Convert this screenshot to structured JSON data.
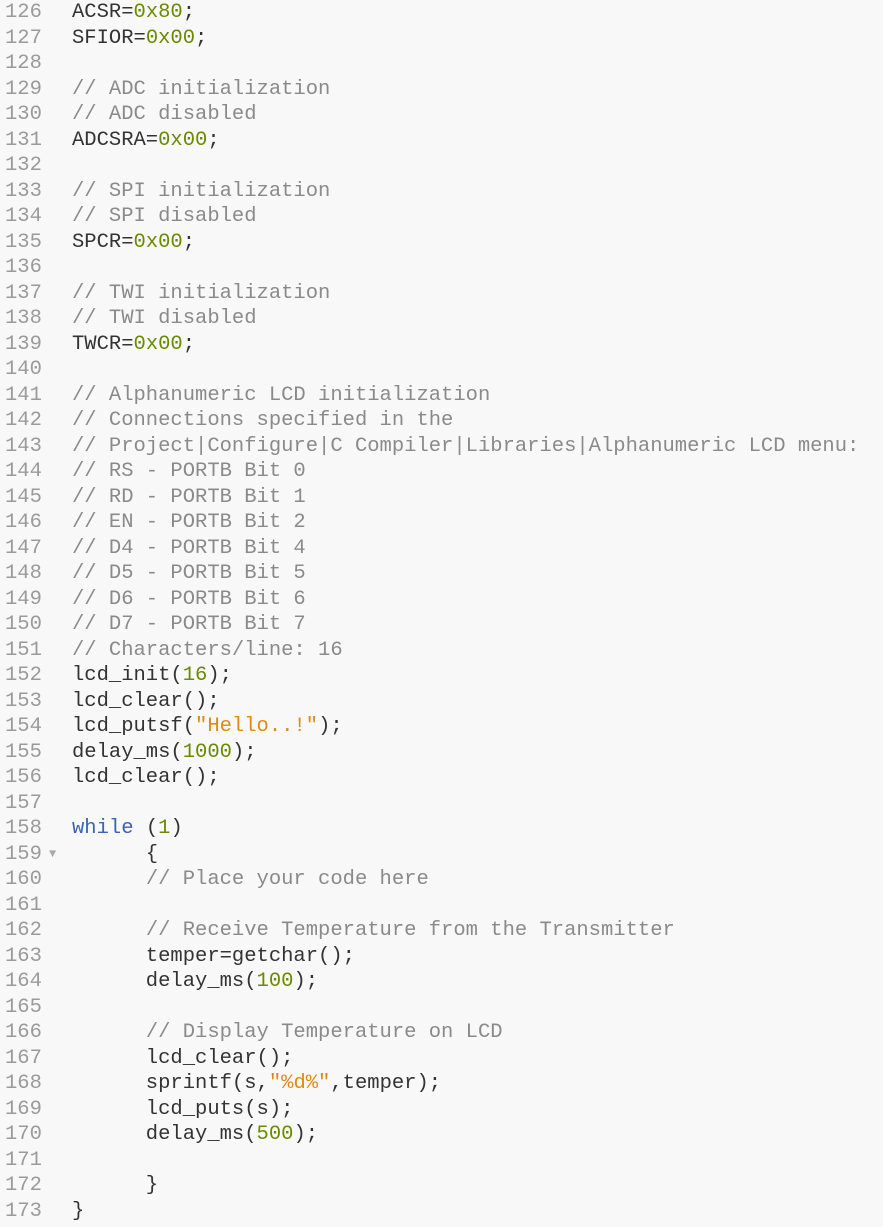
{
  "editor": {
    "colors": {
      "number": "#6a8a00",
      "string": "#e08a14",
      "keyword": "#3a64b4",
      "comment": "#8a8a8a",
      "text": "#333333",
      "background": "#f8f8f8"
    },
    "lines": [
      {
        "n": "126",
        "tokens": [
          [
            "txt",
            "ACSR="
          ],
          [
            "num",
            "0x80"
          ],
          [
            "txt",
            ";"
          ]
        ]
      },
      {
        "n": "127",
        "tokens": [
          [
            "txt",
            "SFIOR="
          ],
          [
            "num",
            "0x00"
          ],
          [
            "txt",
            ";"
          ]
        ]
      },
      {
        "n": "128",
        "tokens": []
      },
      {
        "n": "129",
        "tokens": [
          [
            "com",
            "// ADC initialization"
          ]
        ]
      },
      {
        "n": "130",
        "tokens": [
          [
            "com",
            "// ADC disabled"
          ]
        ]
      },
      {
        "n": "131",
        "tokens": [
          [
            "txt",
            "ADCSRA="
          ],
          [
            "num",
            "0x00"
          ],
          [
            "txt",
            ";"
          ]
        ]
      },
      {
        "n": "132",
        "tokens": []
      },
      {
        "n": "133",
        "tokens": [
          [
            "com",
            "// SPI initialization"
          ]
        ]
      },
      {
        "n": "134",
        "tokens": [
          [
            "com",
            "// SPI disabled"
          ]
        ]
      },
      {
        "n": "135",
        "tokens": [
          [
            "txt",
            "SPCR="
          ],
          [
            "num",
            "0x00"
          ],
          [
            "txt",
            ";"
          ]
        ]
      },
      {
        "n": "136",
        "tokens": []
      },
      {
        "n": "137",
        "tokens": [
          [
            "com",
            "// TWI initialization"
          ]
        ]
      },
      {
        "n": "138",
        "tokens": [
          [
            "com",
            "// TWI disabled"
          ]
        ]
      },
      {
        "n": "139",
        "tokens": [
          [
            "txt",
            "TWCR="
          ],
          [
            "num",
            "0x00"
          ],
          [
            "txt",
            ";"
          ]
        ]
      },
      {
        "n": "140",
        "tokens": []
      },
      {
        "n": "141",
        "tokens": [
          [
            "com",
            "// Alphanumeric LCD initialization"
          ]
        ]
      },
      {
        "n": "142",
        "tokens": [
          [
            "com",
            "// Connections specified in the"
          ]
        ]
      },
      {
        "n": "143",
        "tokens": [
          [
            "com",
            "// Project|Configure|C Compiler|Libraries|Alphanumeric LCD menu:"
          ]
        ]
      },
      {
        "n": "144",
        "tokens": [
          [
            "com",
            "// RS - PORTB Bit 0"
          ]
        ]
      },
      {
        "n": "145",
        "tokens": [
          [
            "com",
            "// RD - PORTB Bit 1"
          ]
        ]
      },
      {
        "n": "146",
        "tokens": [
          [
            "com",
            "// EN - PORTB Bit 2"
          ]
        ]
      },
      {
        "n": "147",
        "tokens": [
          [
            "com",
            "// D4 - PORTB Bit 4"
          ]
        ]
      },
      {
        "n": "148",
        "tokens": [
          [
            "com",
            "// D5 - PORTB Bit 5"
          ]
        ]
      },
      {
        "n": "149",
        "tokens": [
          [
            "com",
            "// D6 - PORTB Bit 6"
          ]
        ]
      },
      {
        "n": "150",
        "tokens": [
          [
            "com",
            "// D7 - PORTB Bit 7"
          ]
        ]
      },
      {
        "n": "151",
        "tokens": [
          [
            "com",
            "// Characters/line: 16"
          ]
        ]
      },
      {
        "n": "152",
        "tokens": [
          [
            "txt",
            "lcd_init("
          ],
          [
            "num",
            "16"
          ],
          [
            "txt",
            ");"
          ]
        ]
      },
      {
        "n": "153",
        "tokens": [
          [
            "txt",
            "lcd_clear();"
          ]
        ]
      },
      {
        "n": "154",
        "tokens": [
          [
            "txt",
            "lcd_putsf("
          ],
          [
            "str",
            "\"Hello..!\""
          ],
          [
            "txt",
            ");"
          ]
        ]
      },
      {
        "n": "155",
        "tokens": [
          [
            "txt",
            "delay_ms("
          ],
          [
            "num",
            "1000"
          ],
          [
            "txt",
            ");"
          ]
        ]
      },
      {
        "n": "156",
        "tokens": [
          [
            "txt",
            "lcd_clear();"
          ]
        ]
      },
      {
        "n": "157",
        "tokens": []
      },
      {
        "n": "158",
        "tokens": [
          [
            "kw",
            "while"
          ],
          [
            "txt",
            " ("
          ],
          [
            "num",
            "1"
          ],
          [
            "txt",
            ")"
          ]
        ]
      },
      {
        "n": "159",
        "fold": "▼",
        "tokens": [
          [
            "txt",
            "      {"
          ]
        ]
      },
      {
        "n": "160",
        "tokens": [
          [
            "txt",
            "      "
          ],
          [
            "com",
            "// Place your code here"
          ]
        ]
      },
      {
        "n": "161",
        "tokens": []
      },
      {
        "n": "162",
        "tokens": [
          [
            "txt",
            "      "
          ],
          [
            "com",
            "// Receive Temperature from the Transmitter"
          ]
        ]
      },
      {
        "n": "163",
        "tokens": [
          [
            "txt",
            "      temper=getchar();"
          ]
        ]
      },
      {
        "n": "164",
        "tokens": [
          [
            "txt",
            "      delay_ms("
          ],
          [
            "num",
            "100"
          ],
          [
            "txt",
            ");"
          ]
        ]
      },
      {
        "n": "165",
        "tokens": []
      },
      {
        "n": "166",
        "tokens": [
          [
            "txt",
            "      "
          ],
          [
            "com",
            "// Display Temperature on LCD"
          ]
        ]
      },
      {
        "n": "167",
        "tokens": [
          [
            "txt",
            "      lcd_clear();"
          ]
        ]
      },
      {
        "n": "168",
        "tokens": [
          [
            "txt",
            "      sprintf(s,"
          ],
          [
            "str",
            "\"%d%\""
          ],
          [
            "txt",
            ",temper);"
          ]
        ]
      },
      {
        "n": "169",
        "tokens": [
          [
            "txt",
            "      lcd_puts(s);"
          ]
        ]
      },
      {
        "n": "170",
        "tokens": [
          [
            "txt",
            "      delay_ms("
          ],
          [
            "num",
            "500"
          ],
          [
            "txt",
            ");"
          ]
        ]
      },
      {
        "n": "171",
        "tokens": []
      },
      {
        "n": "172",
        "tokens": [
          [
            "txt",
            "      }"
          ]
        ]
      },
      {
        "n": "173",
        "tokens": [
          [
            "txt",
            "}"
          ]
        ]
      }
    ]
  }
}
